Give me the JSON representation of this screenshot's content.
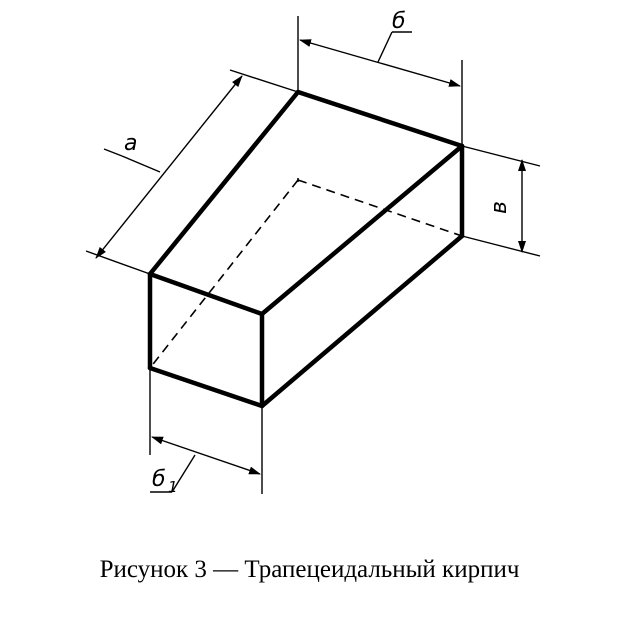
{
  "dimensions": {
    "a": "а",
    "b": "б",
    "v": "в",
    "b1": "б",
    "b1_sub": "1"
  },
  "caption": "Рисунок 3 — Трапецеидальный кирпич"
}
